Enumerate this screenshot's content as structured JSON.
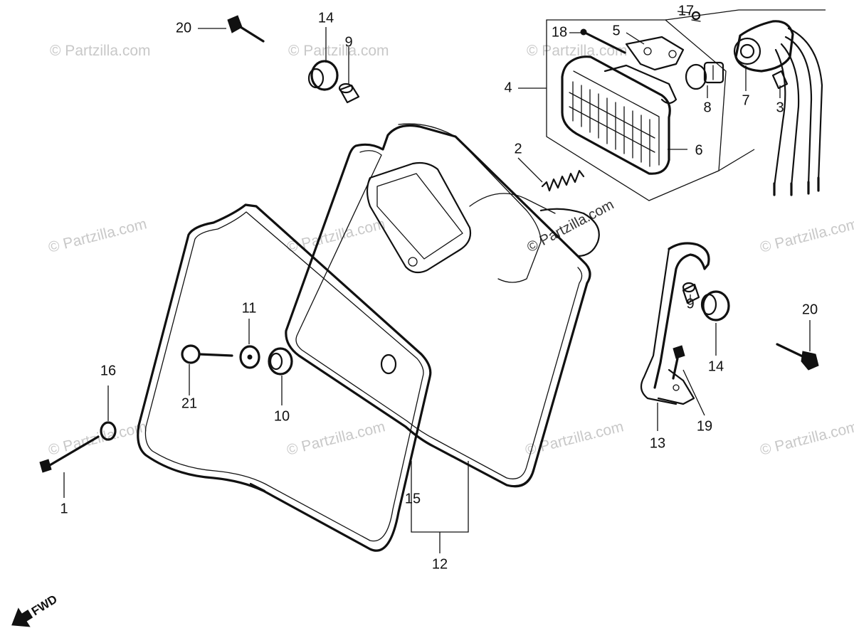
{
  "watermark_text": "© Partzilla.com",
  "fwd_label": "FWD",
  "callouts": {
    "c1": "1",
    "c2": "2",
    "c3": "3",
    "c4": "4",
    "c5": "5",
    "c6": "6",
    "c7": "7",
    "c8": "8",
    "c9a": "9",
    "c9b": "9",
    "c10": "10",
    "c11": "11",
    "c12": "12",
    "c13": "13",
    "c14a": "14",
    "c14b": "14",
    "c15": "15",
    "c16": "16",
    "c17": "17",
    "c18": "18",
    "c19": "19",
    "c20a": "20",
    "c20b": "20",
    "c21": "21"
  }
}
